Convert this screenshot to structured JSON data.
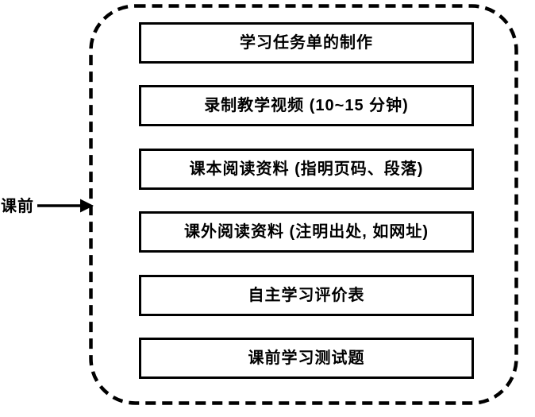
{
  "diagram": {
    "phase_label": "课前",
    "boxes": [
      {
        "label": "学习任务单的制作"
      },
      {
        "label": "录制教学视频 (10~15 分钟)"
      },
      {
        "label": "课本阅读资料 (指明页码、段落)"
      },
      {
        "label": "课外阅读资料 (注明出处, 如网址)"
      },
      {
        "label": "自主学习评价表"
      },
      {
        "label": "课前学习测试题"
      }
    ],
    "icons": {
      "arrow": "arrow-right-icon"
    },
    "colors": {
      "line": "#000000",
      "text": "#000000",
      "background": "#ffffff"
    }
  }
}
